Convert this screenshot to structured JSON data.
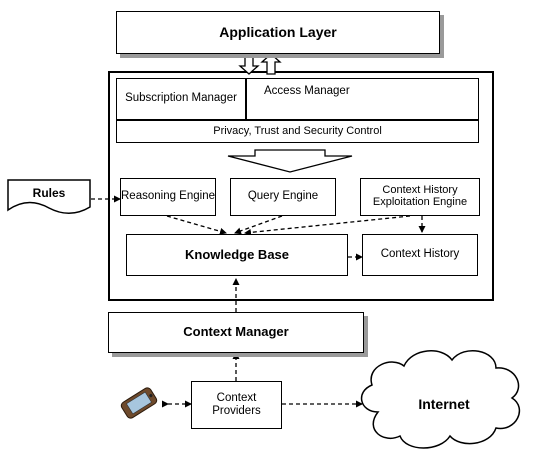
{
  "application_layer": "Application Layer",
  "subscription_manager": "Subscription Manager",
  "access_manager": "Access Manager",
  "privacy_trust_security": "Privacy, Trust and Security Control",
  "rules": "Rules",
  "reasoning_engine": "Reasoning Engine",
  "query_engine": "Query Engine",
  "context_history_exploitation_engine": "Context History Exploitation Engine",
  "knowledge_base": "Knowledge Base",
  "context_history": "Context History",
  "context_manager": "Context Manager",
  "context_providers": "Context Providers",
  "internet": "Internet"
}
